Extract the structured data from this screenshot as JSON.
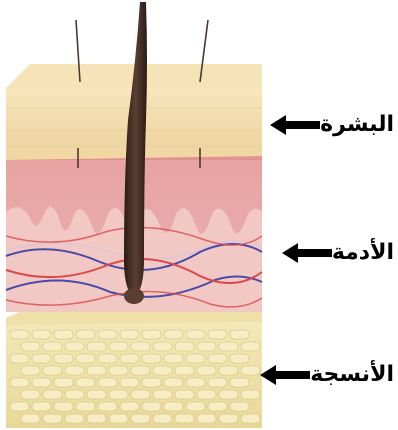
{
  "labels": {
    "epidermis": "البشرة",
    "dermis": "الأدمة",
    "subcutaneous": "الأنسجة"
  },
  "colors": {
    "epidermis": "#f4dfae",
    "dermis": "#e9a7a5",
    "dermis_light": "#f3c9c4",
    "subcutaneous": "#f0e6b2",
    "fat_cell": "#f7edc4",
    "vein": "#4a4aa8",
    "artery": "#d94a4a",
    "hair": "#3a2a22"
  }
}
